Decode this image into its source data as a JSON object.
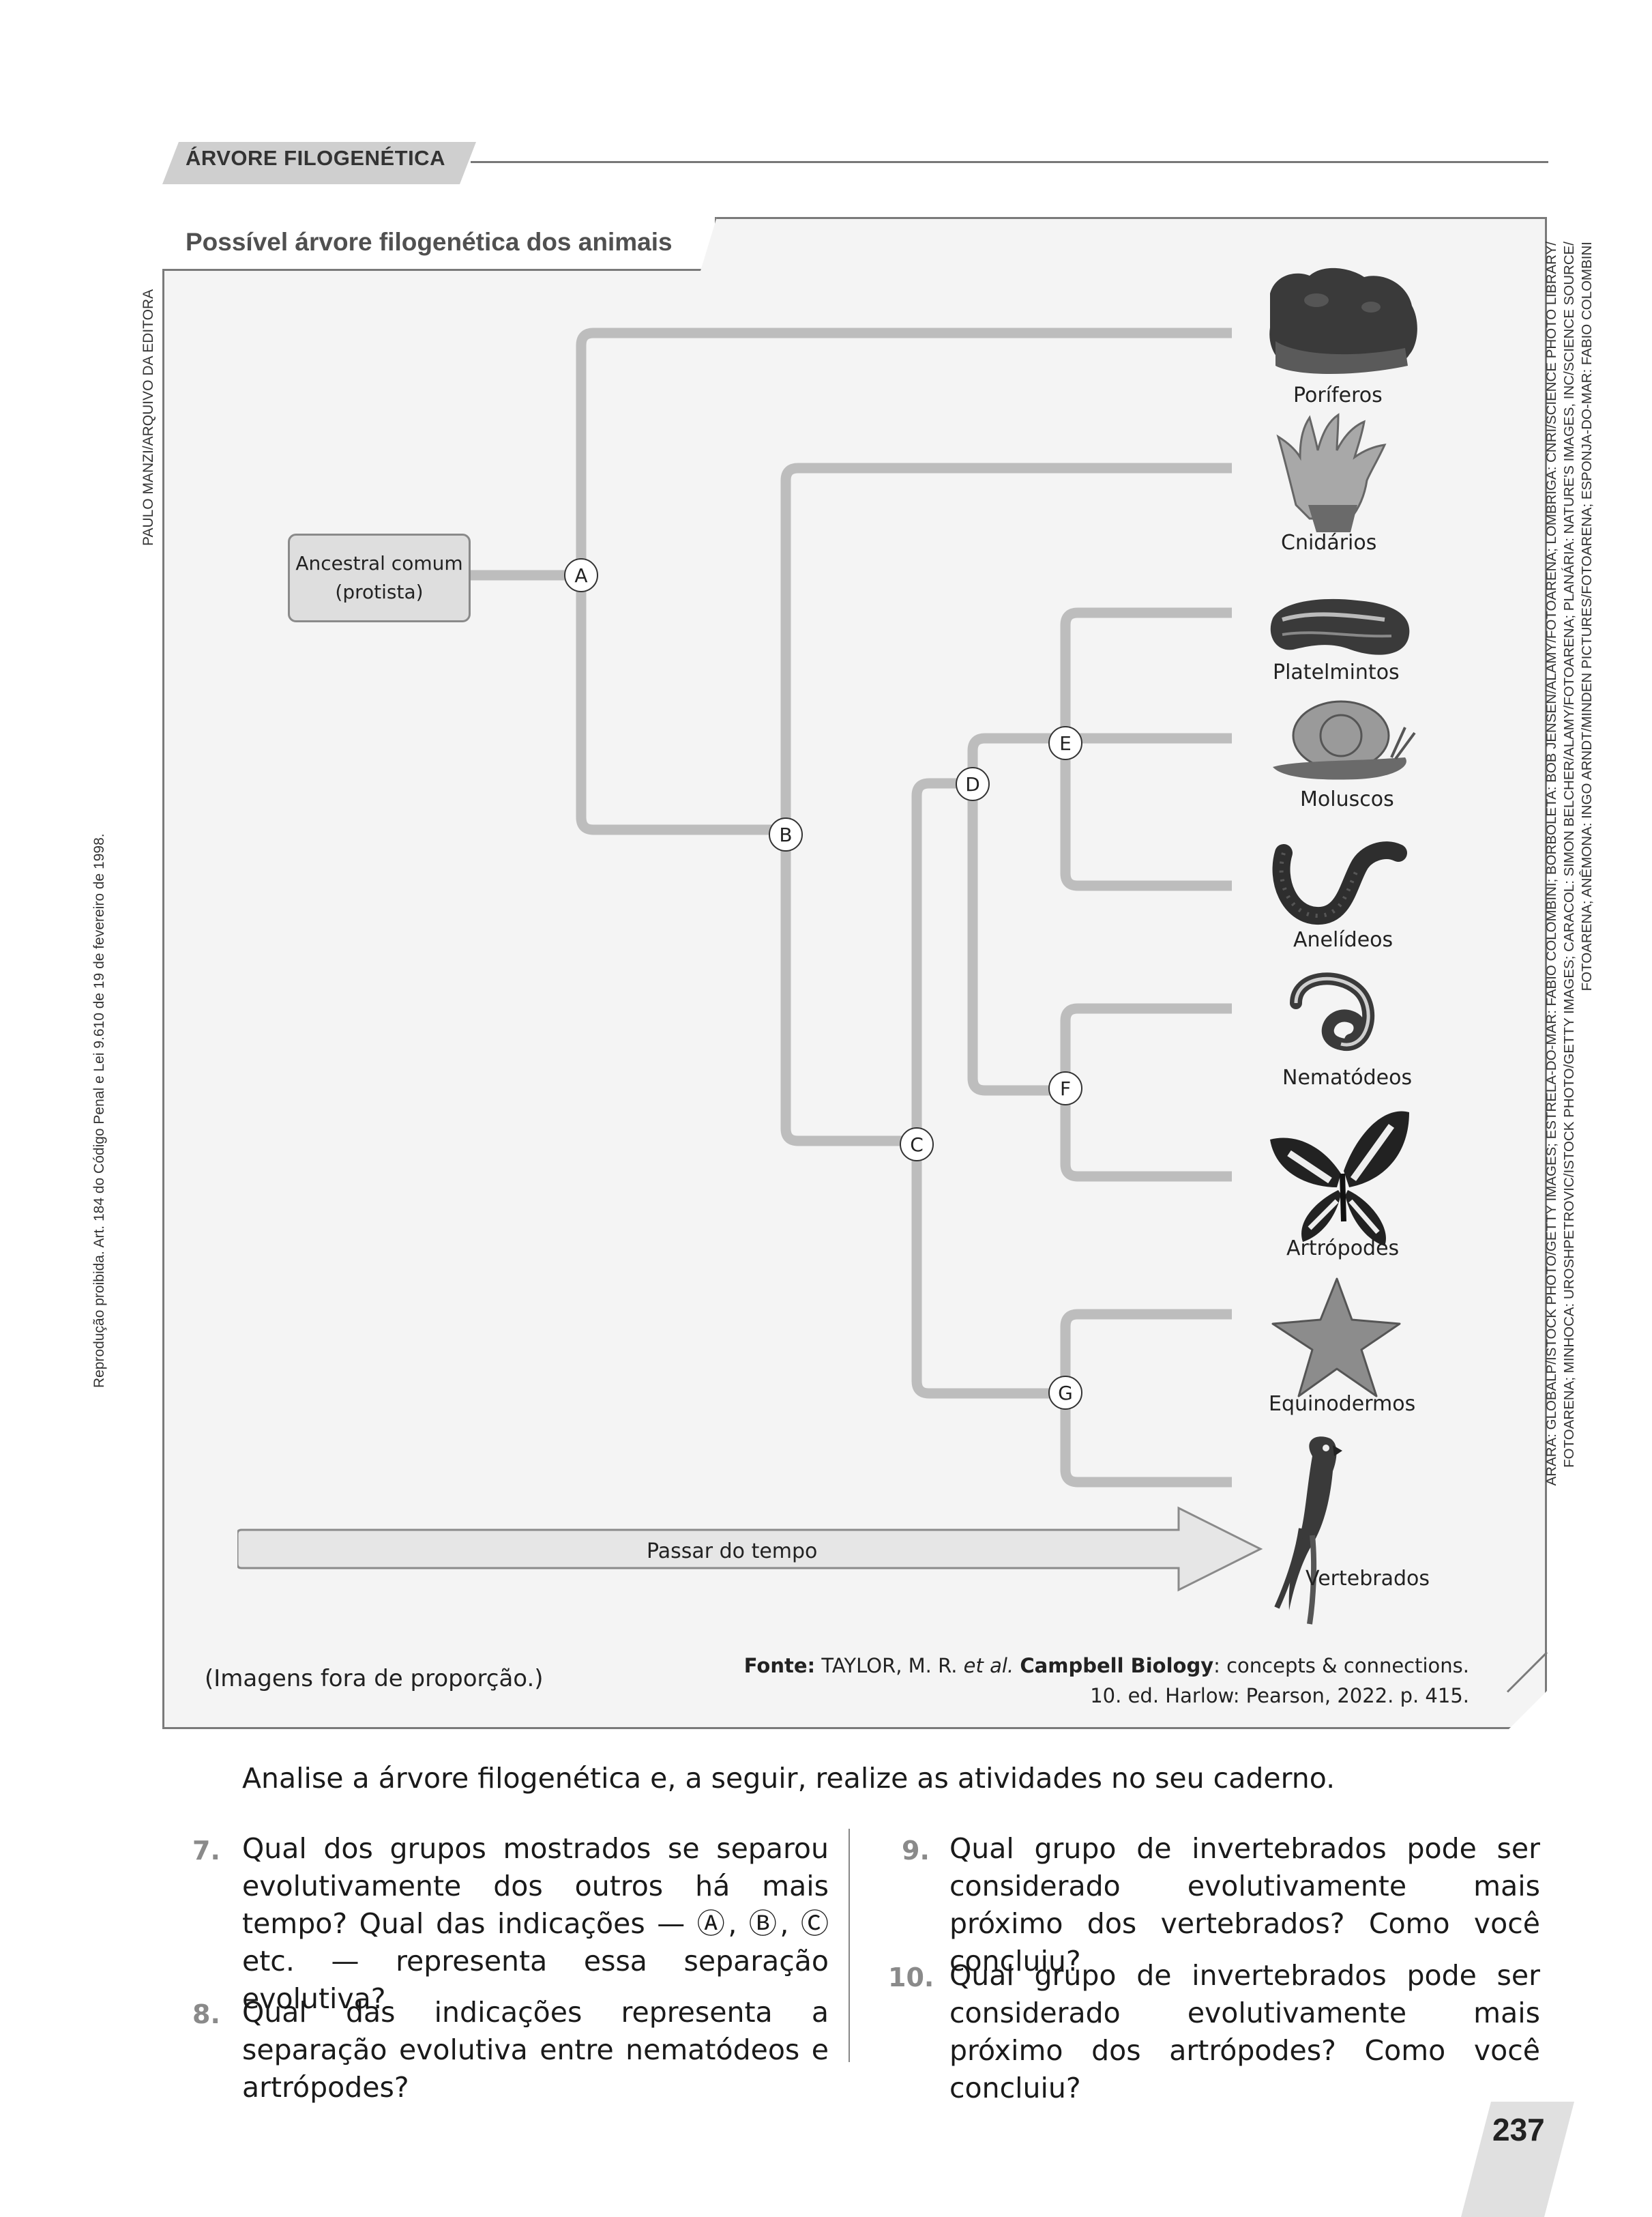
{
  "section": {
    "title": "ÁRVORE FILOGENÉTICA"
  },
  "figure": {
    "title": "Possível árvore filogenética dos animais",
    "ancestor": {
      "line1": "Ancestral comum",
      "line2": "(protista)"
    },
    "nodes": {
      "a": "A",
      "b": "B",
      "c": "C",
      "d": "D",
      "e": "E",
      "f": "F",
      "g": "G"
    },
    "taxa": {
      "poriferos": "Poríferos",
      "cnidarios": "Cnidários",
      "platelmintos": "Platelmintos",
      "moluscos": "Moluscos",
      "anelideos": "Anelídeos",
      "nematodeos": "Nematódeos",
      "artropodes": "Artrópodes",
      "equinodermos": "Equinodermos",
      "vertebrados": "Vertebrados"
    },
    "time_arrow": "Passar do tempo",
    "scale_note": "(Imagens fora de proporção.)",
    "source": {
      "label": "Fonte:",
      "authors": "TAYLOR, M. R.",
      "etal": "et al.",
      "book": "Campbell Biology",
      "subtitle": ": concepts & connections.",
      "line2": "10. ed. Harlow: Pearson, 2022. p. 415."
    }
  },
  "credits": {
    "illustrator": "PAULO MANZI/ARQUIVO DA EDITORA",
    "legal": "Reprodução proibida. Art. 184 do Código Penal e Lei 9.610 de 19 de fevereiro de 1998.",
    "photo_line1": "ARARA: GLOBALP/ISTOCK PHOTO/GETTY IMAGES; ESTRELA-DO-MAR: FABIO COLOMBINI; BORBOLETA: BOB JENSEN/ALAMY/FOTOARENA; LOMBRIGA: CNRI/SCIENCE PHOTO LIBRARY/",
    "photo_line2": "FOTOARENA; MINHOCA: UROSHPETROVIC/ISTOCK PHOTO/GETTY IMAGES; CARACOL: SIMON BELCHER/ALAMY/FOTOARENA; PLANÁRIA: NATURE'S IMAGES, INC/SCIENCE SOURCE/",
    "photo_line3": "FOTOARENA; ANÊMONA: INGO ARNDT/MINDEN PICTURES/FOTOARENA; ESPONJA-DO-MAR: FABIO COLOMBINI"
  },
  "intro": "Analise a árvore filogenética e, a seguir, realize as atividades no seu caderno.",
  "questions": [
    {
      "num": "7.",
      "text": "Qual dos grupos mostrados se separou evolutivamente dos outros há mais tempo? Qual das indicações — Ⓐ, Ⓑ, Ⓒ etc. — representa essa separação evolutiva?"
    },
    {
      "num": "8.",
      "text": "Qual das indicações representa a separação evolutiva entre nematódeos e artrópodes?"
    },
    {
      "num": "9.",
      "text": "Qual grupo de invertebrados pode ser considerado evolutivamente mais próximo dos vertebrados? Como você concluiu?"
    },
    {
      "num": "10.",
      "text": "Qual grupo de invertebrados pode ser considerado evolutivamente mais próximo dos artrópodes? Como você concluiu?"
    }
  ],
  "page_number": "237"
}
